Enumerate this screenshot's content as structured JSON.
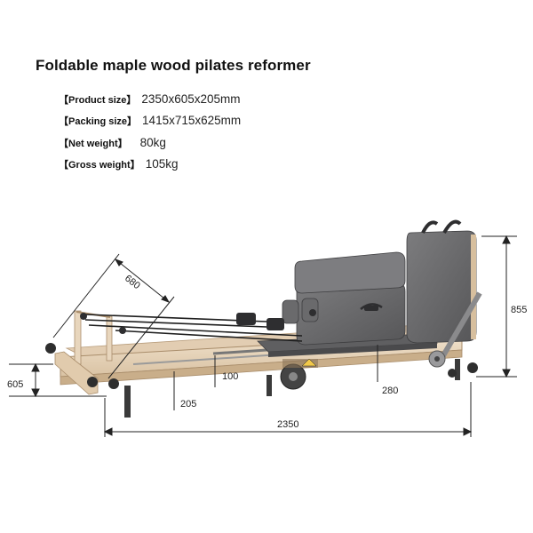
{
  "title": "Foldable maple wood pilates reformer",
  "specs": [
    {
      "label": "【Product size】",
      "value": "2350x605x205mm"
    },
    {
      "label": "【Packing size】",
      "value": "1415x715x625mm"
    },
    {
      "label": "【Net weight】",
      "value": "80kg"
    },
    {
      "label": "【Gross weight】",
      "value": "105kg"
    }
  ],
  "dimensions": {
    "d680": "680",
    "d855": "855",
    "d605": "605",
    "d100": "100",
    "d280": "280",
    "d205": "205",
    "d2350": "2350"
  },
  "colors": {
    "maple": "#e7d3ba",
    "upholstery": "#6e6e70",
    "metal": "#555555",
    "dimension_line": "#222222"
  }
}
